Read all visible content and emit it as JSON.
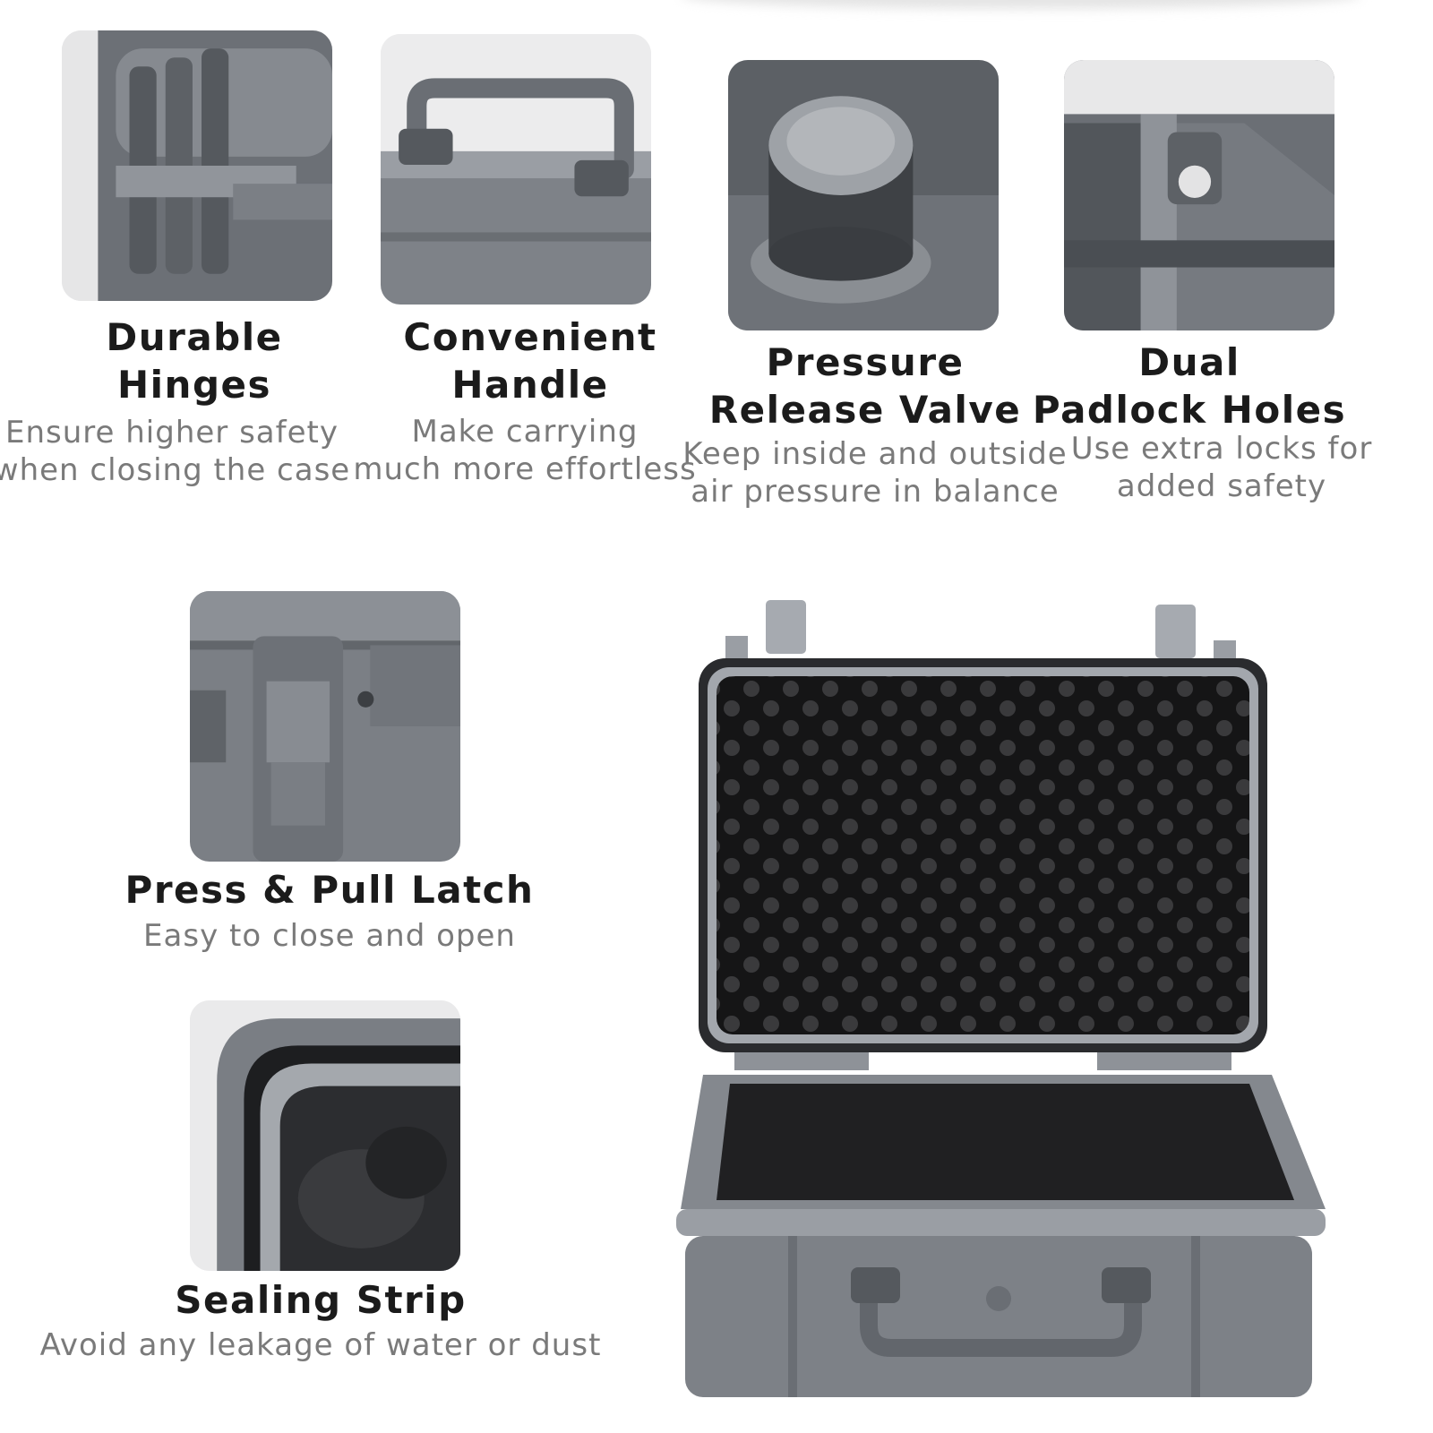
{
  "features": [
    {
      "id": "hinges",
      "title_lines": [
        "Durable",
        "Hinges"
      ],
      "desc_lines": [
        "Ensure higher safety",
        "when closing the case"
      ],
      "image_icon": "hinge-icon"
    },
    {
      "id": "handle",
      "title_lines": [
        "Convenient",
        "Handle"
      ],
      "desc_lines": [
        "Make carrying",
        "much more effortless"
      ],
      "image_icon": "handle-icon"
    },
    {
      "id": "valve",
      "title_lines": [
        "Pressure",
        "Release Valve"
      ],
      "desc_lines": [
        "Keep inside and outside",
        "air pressure in balance"
      ],
      "image_icon": "valve-icon"
    },
    {
      "id": "padlock",
      "title_lines": [
        "Dual",
        "Padlock Holes"
      ],
      "desc_lines": [
        "Use extra locks for",
        "added safety"
      ],
      "image_icon": "padlock-hole-icon"
    },
    {
      "id": "latch",
      "title_lines": [
        "Press & Pull Latch"
      ],
      "desc_lines": [
        "Easy to close and open"
      ],
      "image_icon": "latch-icon"
    },
    {
      "id": "seal",
      "title_lines": [
        "Sealing Strip"
      ],
      "desc_lines": [
        "Avoid any leakage of water or dust"
      ],
      "image_icon": "sealing-strip-icon"
    }
  ],
  "product": {
    "image_icon": "open-hard-case-icon"
  },
  "colors": {
    "case_gray": "#7d8187",
    "foam_dark": "#1c1c1d",
    "title": "#1b1b1b",
    "desc": "#7a7a7a"
  }
}
